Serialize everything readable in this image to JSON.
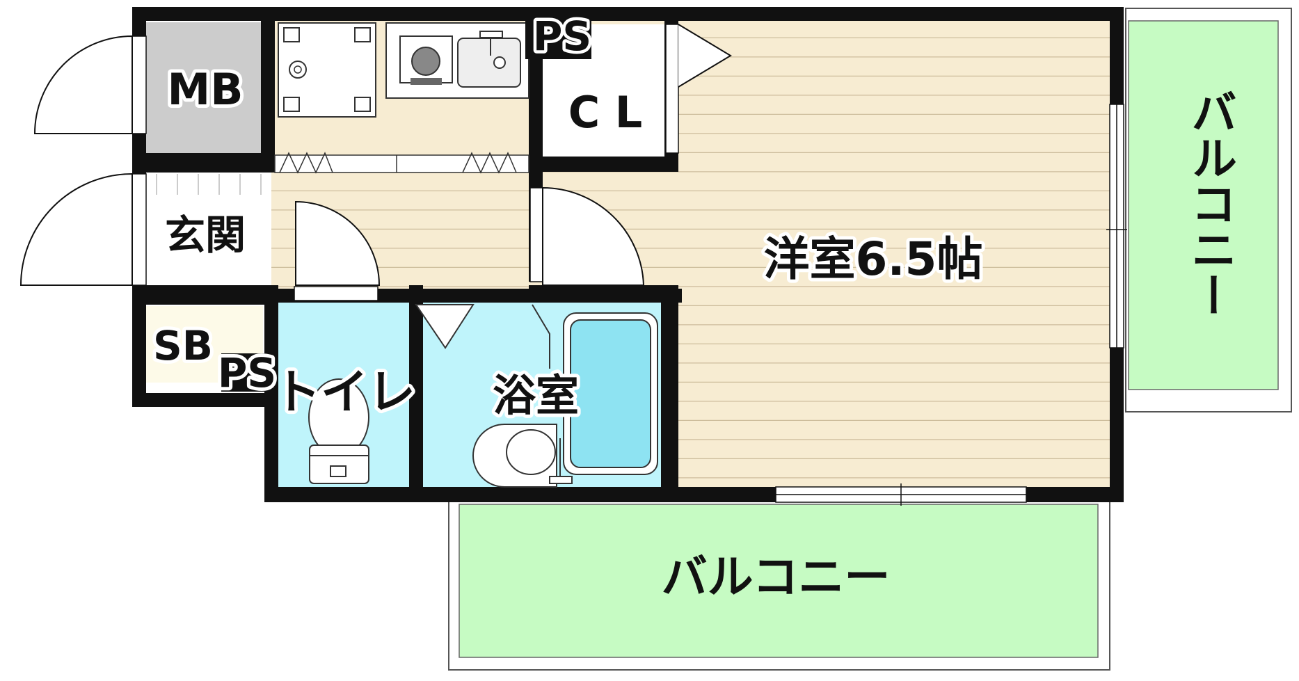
{
  "labels": {
    "mb": "MB",
    "ps_top": "PS",
    "cl": "C L",
    "genkan": "玄関",
    "sb": "SB",
    "ps_bottom": "PS",
    "toilet": "トイレ",
    "bath": "浴室",
    "western_room": "洋室6.5帖",
    "balcony_right": "バルコニー",
    "balcony_bottom": "バルコニー"
  },
  "colors": {
    "wall": "#111111",
    "floor_wood": "#f7ecd2",
    "floor_lines": "#cfbfa0",
    "bath_blue": "#bff4fb",
    "tub_blue": "#8ee3f2",
    "balcony_green": "#c6fbc3",
    "storage_gray": "#cccccc",
    "sb_cream": "#fdfae8"
  }
}
